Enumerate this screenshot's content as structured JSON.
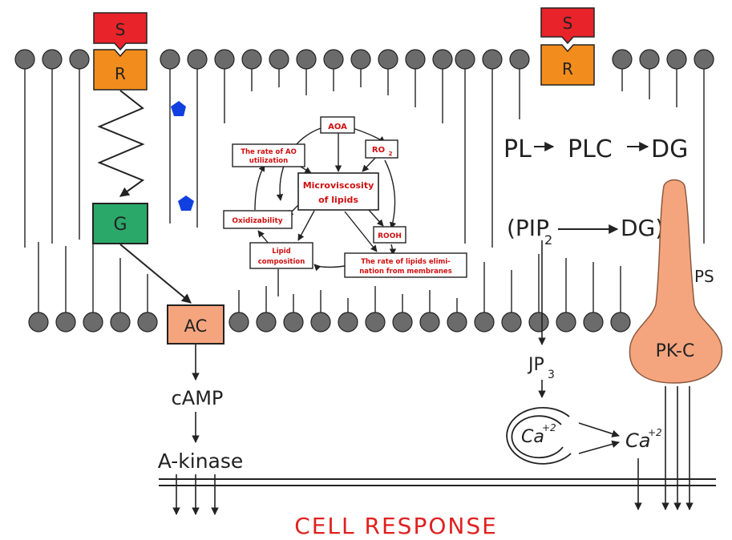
{
  "colors": {
    "signal": "#e8232a",
    "receptor": "#f28c1c",
    "g_protein": "#2aa86a",
    "adenylate_cyclase": "#f5a57e",
    "pkc": "#f5a57e",
    "lipid_head": "#6b6b6b",
    "ligand": "#1040e0",
    "cycle_text": "#d01010",
    "response": "#e02020"
  },
  "left_pathway": {
    "signal": "S",
    "receptor": "R",
    "g_protein": "G",
    "adenylate_cyclase": "AC",
    "second_messenger": "cAMP",
    "kinase": "A-kinase"
  },
  "right_pathway": {
    "signal": "S",
    "receptor": "R",
    "pl": "PL",
    "plc": "PLC",
    "dg_top": "DG",
    "pip_open": "(PIP",
    "pip_sub": "2",
    "dg_mid": "DG)",
    "ps": "PS",
    "pkc": "PK-C",
    "ip3": "JP",
    "ip3_sub": "3",
    "ca_inner": "Ca",
    "ca_inner_sup": "+2",
    "ca_outer": "Ca",
    "ca_outer_sup": "+2"
  },
  "cycle": {
    "aoa": "AOA",
    "ro2": "RO",
    "ro2_sub": "2",
    "ao_rate_line1": "The rate of AO",
    "ao_rate_line2": "utilization",
    "microviscosity_line1": "Microviscosity",
    "microviscosity_line2": "of lipids",
    "oxidizability": "Oxidizability",
    "rooh": "ROOH",
    "lipid_comp_line1": "Lipid",
    "lipid_comp_line2": "composition",
    "elimination_line1": "The rate of lipids elimi-",
    "elimination_line2": "nation from membranes"
  },
  "footer": {
    "response": "CELL RESPONSE"
  },
  "icons": {
    "ligand": "blue-pentagon",
    "ca_store": "double-ring"
  }
}
